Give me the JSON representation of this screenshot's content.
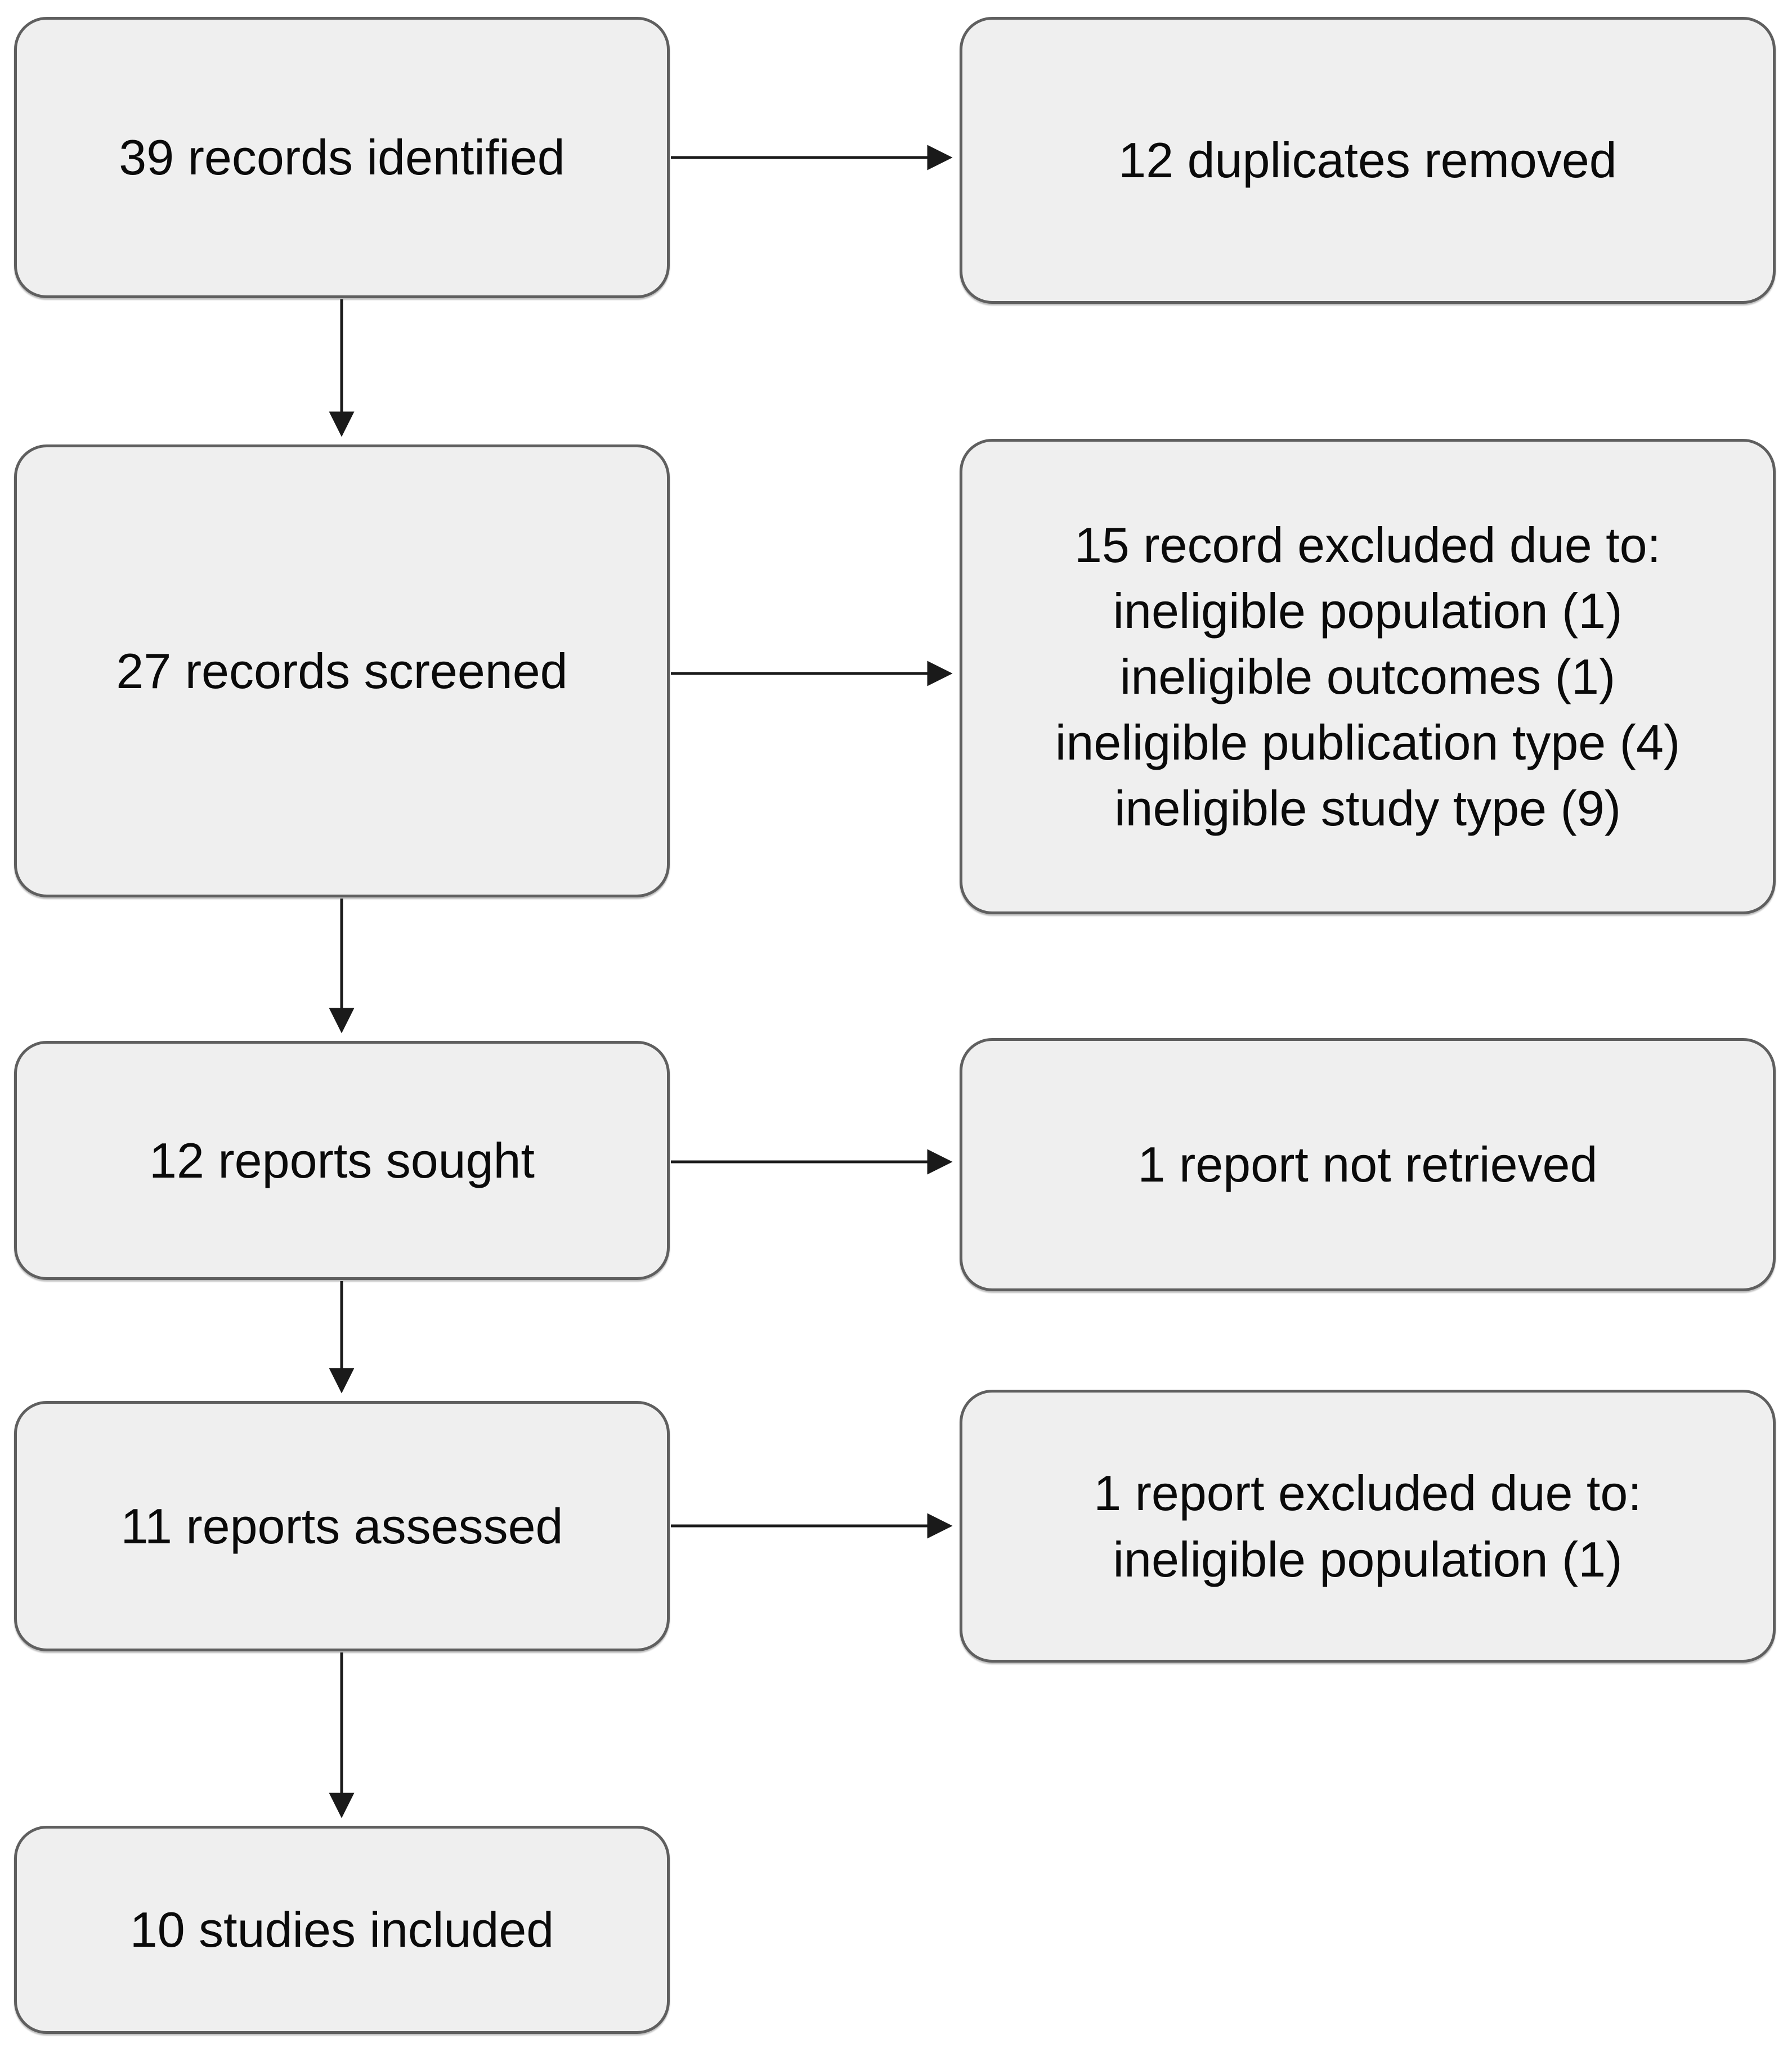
{
  "diagram": {
    "type": "prisma-flowchart",
    "colors": {
      "background": "#ffffff",
      "box_fill": "#efefef",
      "box_border": "#5f5f5f",
      "text": "#0a0a0a",
      "arrow": "#1a1a1a"
    },
    "nodes": {
      "identified": {
        "lines": [
          "39 records identified"
        ]
      },
      "duplicates_removed": {
        "lines": [
          "12 duplicates removed"
        ]
      },
      "screened": {
        "lines": [
          "27 records screened"
        ]
      },
      "screening_excluded": {
        "lines": [
          "15 record excluded due to:",
          "ineligible population (1)",
          "ineligible outcomes (1)",
          "ineligible publication type (4)",
          "ineligible study type (9)"
        ]
      },
      "reports_sought": {
        "lines": [
          "12 reports sought"
        ]
      },
      "not_retrieved": {
        "lines": [
          "1 report not retrieved"
        ]
      },
      "assessed": {
        "lines": [
          "11 reports assessed"
        ]
      },
      "assessment_excluded": {
        "lines": [
          "1 report excluded due to:",
          "ineligible population (1)"
        ]
      },
      "included": {
        "lines": [
          "10 studies included"
        ]
      }
    },
    "edges": [
      {
        "from": "identified",
        "to": "duplicates_removed",
        "direction": "right"
      },
      {
        "from": "identified",
        "to": "screened",
        "direction": "down"
      },
      {
        "from": "screened",
        "to": "screening_excluded",
        "direction": "right"
      },
      {
        "from": "screened",
        "to": "reports_sought",
        "direction": "down"
      },
      {
        "from": "reports_sought",
        "to": "not_retrieved",
        "direction": "right"
      },
      {
        "from": "reports_sought",
        "to": "assessed",
        "direction": "down"
      },
      {
        "from": "assessed",
        "to": "assessment_excluded",
        "direction": "right"
      },
      {
        "from": "assessed",
        "to": "included",
        "direction": "down"
      }
    ]
  }
}
